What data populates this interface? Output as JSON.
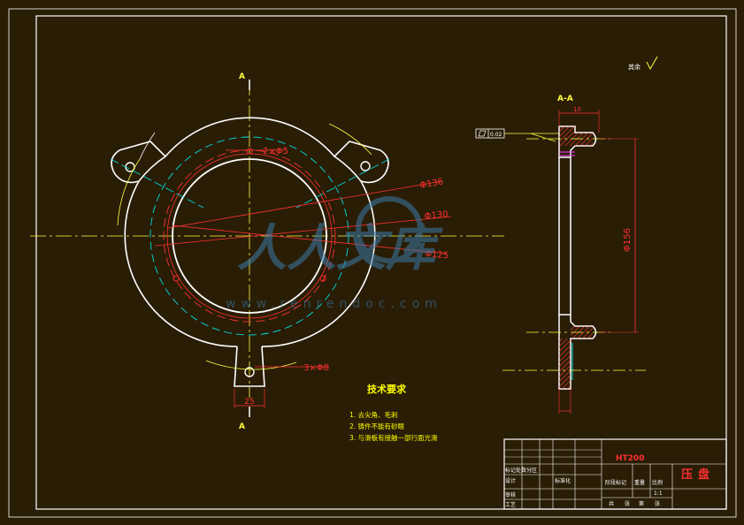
{
  "section_label_top": "A",
  "section_label_bottom": "A",
  "section_title": "A-A",
  "roughness_note": "其余",
  "dim_holes_top": "2×Φ5",
  "dim_holes_bottom": "3×Φ8",
  "dim_d136": "Φ136",
  "dim_d130": "Φ130",
  "dim_d125": "Φ125",
  "dim_width_25": "25",
  "dim_d156": "Φ156",
  "dim_side_top": "10",
  "tolerance_frame": "0.02",
  "tech_title": "技术要求",
  "tech_notes": [
    "1. 去尖角、毛刺",
    "2. 铸件不能有砂眼",
    "3. 与滑板有接触一部行面光滑"
  ],
  "watermark_text": "人人文库",
  "watermark_url": "www.renrendoc.com",
  "title_block": {
    "material": "HT200",
    "part_name": "压盘",
    "scale": "1:1",
    "row_labels": [
      "标记处数分区",
      "设计",
      "审核",
      "工艺"
    ],
    "sign_label": "标准化",
    "stage_header": "阶段标记",
    "weight_header": "重量",
    "scale_header": "比例",
    "sheet_labels": [
      "共",
      "张",
      "第",
      "张"
    ]
  },
  "colors": {
    "background": "#2a1d06",
    "line_white": "#ffffff",
    "dim_red": "#ff3030",
    "center_yellow": "#ffff40",
    "cyan": "#00e0e0",
    "text_yellow": "#ffff00",
    "magenta": "#ff40ff",
    "hatch": "#ff3b3b",
    "watermark": "#3a7aa8"
  }
}
